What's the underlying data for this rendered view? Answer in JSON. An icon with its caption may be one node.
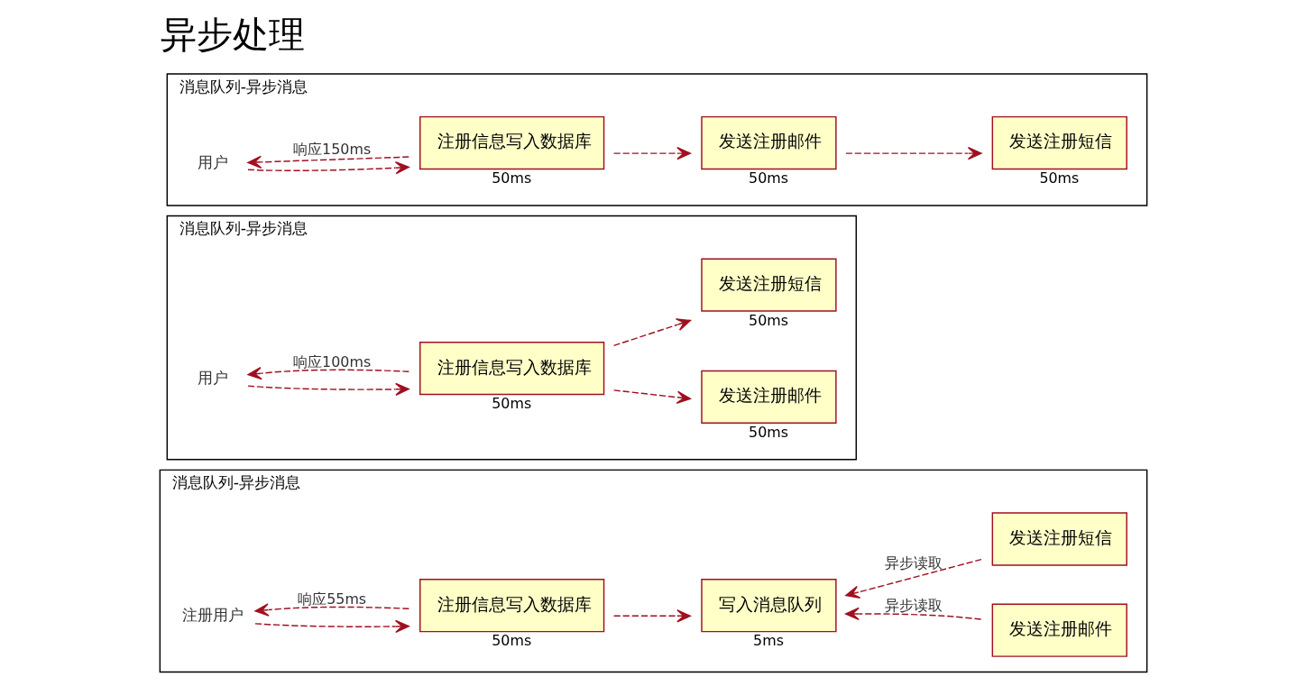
{
  "diagram": {
    "title": "异步处理",
    "nodes": [
      {
        "text": [
          "消息队列-异步消息"
        ]
      },
      {
        "text": [
          "用户"
        ],
        "in": 0
      },
      {
        "text": [
          "注册信息写入数据库"
        ],
        "beside": [
          "50ms"
        ],
        "in": 0
      },
      {
        "text": [
          "发送注册邮件"
        ],
        "beside": [
          "50ms"
        ],
        "in": 0
      },
      {
        "text": [
          "发送注册短信"
        ],
        "beside": [
          "50ms"
        ],
        "in": 0
      },
      {
        "text": [
          "消息队列-异步消息"
        ]
      },
      {
        "text": [
          "用户"
        ],
        "in": 5
      },
      {
        "text": [
          "注册信息写入数据库"
        ],
        "beside": [
          "50ms"
        ],
        "in": 5
      },
      {
        "text": [
          "发送注册邮件"
        ],
        "beside": [
          "50ms"
        ],
        "in": 5
      },
      {
        "text": [
          "发送注册短信"
        ],
        "beside": [
          "50ms"
        ],
        "in": 5
      },
      {
        "text": [
          "消息队列-异步消息"
        ]
      },
      {
        "text": [
          "注册用户"
        ],
        "in": 10
      },
      {
        "text": [
          "注册信息写入数据库"
        ],
        "beside": [
          "50ms"
        ],
        "in": 10
      },
      {
        "text": [
          "写入消息队列"
        ],
        "beside": [
          "5ms"
        ],
        "in": 10
      },
      {
        "text": [
          "发送注册邮件"
        ],
        "in": 10
      },
      {
        "text": [
          "发送注册短信"
        ],
        "in": 10
      }
    ],
    "edges": [
      {
        "from": 1,
        "to": 2,
        "arrow": "to",
        "style": "dashed"
      },
      {
        "from": 2,
        "to": 1,
        "arrow": "to",
        "style": "dashed",
        "label": "响应150ms"
      },
      {
        "from": 2,
        "to": 3,
        "arrow": "to",
        "style": "dashed"
      },
      {
        "from": 3,
        "to": 4,
        "arrow": "to",
        "style": "dashed"
      },
      {
        "from": 6,
        "to": 7,
        "arrow": "to",
        "style": "dashed"
      },
      {
        "from": 7,
        "to": 6,
        "arrow": "to",
        "style": "dashed",
        "label": "响应100ms"
      },
      {
        "from": 7,
        "to": 8,
        "arrow": "to",
        "style": "dashed"
      },
      {
        "from": 7,
        "to": 9,
        "arrow": "to",
        "style": "dashed"
      },
      {
        "from": 11,
        "to": 12,
        "arrow": "to",
        "style": "dashed"
      },
      {
        "from": 12,
        "to": 11,
        "arrow": "to",
        "style": "dashed",
        "label": "响应55ms"
      },
      {
        "from": 12,
        "to": 13,
        "arrow": "to",
        "style": "dashed"
      },
      {
        "from": 14,
        "to": 13,
        "arrow": "to",
        "style": "dashed",
        "label": "异步读取"
      },
      {
        "from": 15,
        "to": 13,
        "arrow": "to",
        "style": "dashed",
        "label": "异步读取"
      }
    ]
  }
}
